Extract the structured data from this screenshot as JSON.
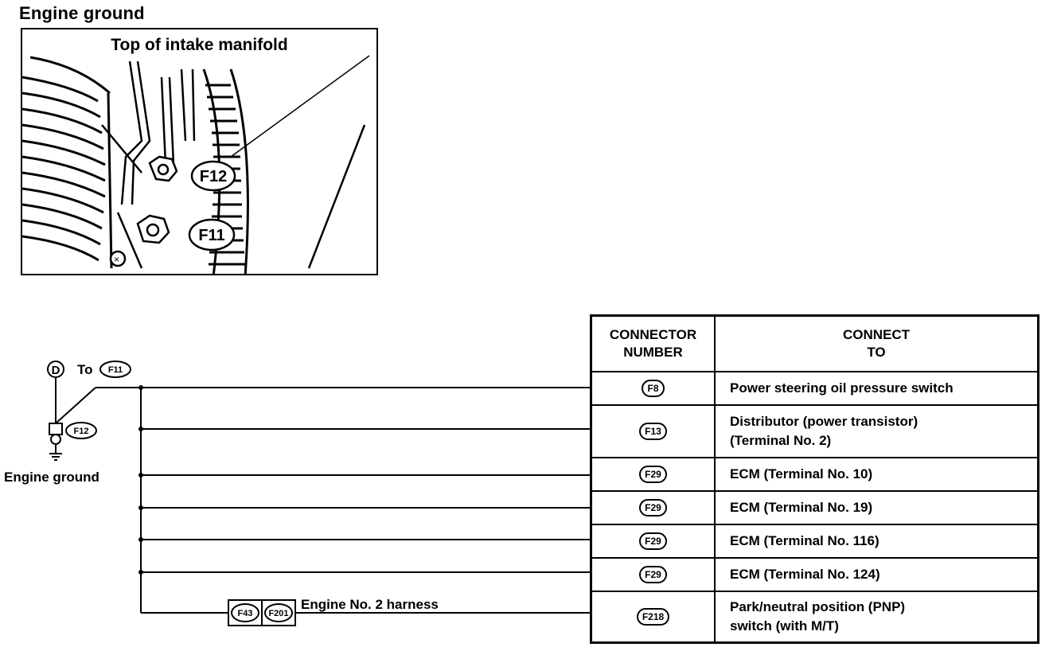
{
  "title": "Engine ground",
  "photo": {
    "caption": "Top of intake manifold",
    "callouts": [
      "F12",
      "F11"
    ]
  },
  "wiring": {
    "ground_symbol": "D",
    "to_label": "To",
    "to_connector": "F11",
    "ground_connector": "F12",
    "ground_label": "Engine ground",
    "harness_connectors": [
      "F43",
      "F201"
    ],
    "harness_label": "Engine No. 2 harness"
  },
  "table": {
    "headers": {
      "number": [
        "CONNECTOR",
        "NUMBER"
      ],
      "to": [
        "CONNECT",
        "TO"
      ]
    },
    "rows": [
      {
        "connector": "F8",
        "to": [
          "Power steering oil pressure switch"
        ]
      },
      {
        "connector": "F13",
        "to": [
          "Distributor (power transistor)",
          "(Terminal No. 2)"
        ]
      },
      {
        "connector": "F29",
        "to": [
          "ECM (Terminal No. 10)"
        ]
      },
      {
        "connector": "F29",
        "to": [
          "ECM (Terminal No. 19)"
        ]
      },
      {
        "connector": "F29",
        "to": [
          "ECM (Terminal No. 116)"
        ]
      },
      {
        "connector": "F29",
        "to": [
          "ECM (Terminal No. 124)"
        ]
      },
      {
        "connector": "F218",
        "to": [
          "Park/neutral position (PNP)",
          "switch (with M/T)"
        ]
      }
    ]
  }
}
